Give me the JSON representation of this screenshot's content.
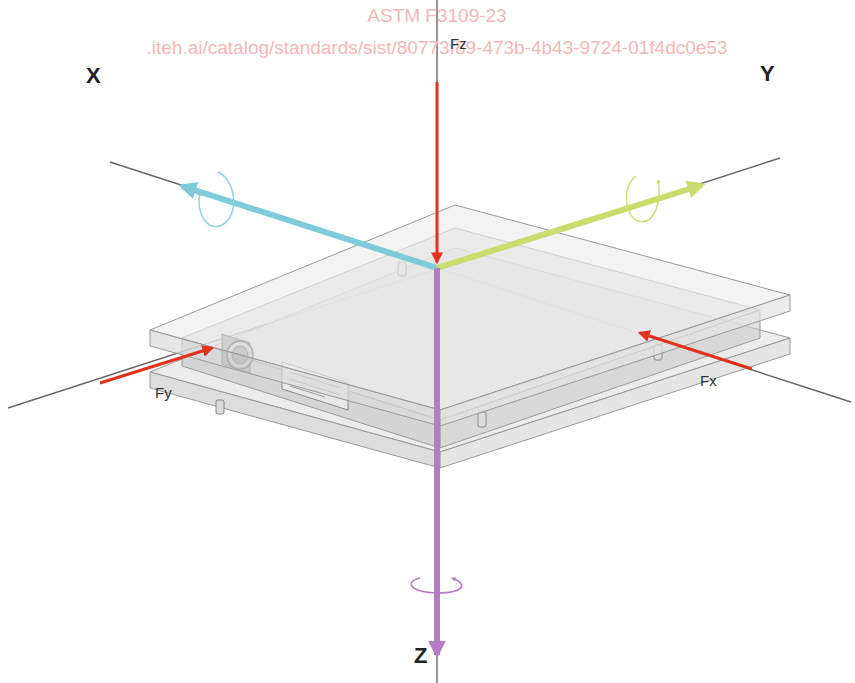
{
  "diagram": {
    "labels": [
      "ASTM F3109-23",
      ".iteh.ai/catalog/standards/sist/80773f89-473b-4b43-9724-01f4dc0e53",
      "X",
      "Y",
      "Z",
      "Fz",
      "Fy",
      "Fx"
    ]
  }
}
